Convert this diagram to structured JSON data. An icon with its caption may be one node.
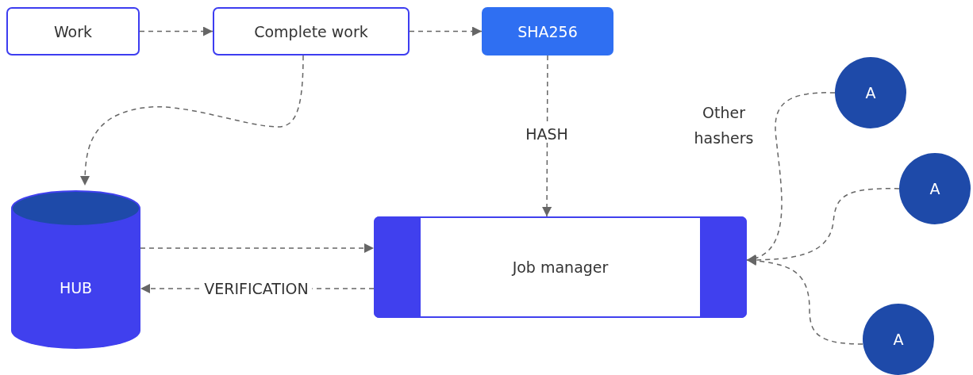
{
  "diagram": {
    "nodes": [
      {
        "text": [
          "Work"
        ]
      },
      {
        "text": [
          "Complete work"
        ]
      },
      {
        "text": [
          "SHA256"
        ]
      },
      {
        "text": [
          "HUB"
        ]
      },
      {
        "text": [
          "Job manager"
        ]
      },
      {
        "text": [
          "A"
        ]
      },
      {
        "text": [
          "A"
        ]
      },
      {
        "text": [
          "A"
        ]
      }
    ],
    "edges": [
      {
        "from": 0,
        "to": 1,
        "arrow": "to"
      },
      {
        "from": 1,
        "to": 2,
        "arrow": "to"
      },
      {
        "from": 1,
        "to": 3,
        "arrow": "to"
      },
      {
        "from": 2,
        "to": 4,
        "label": "HASH",
        "arrow": "to"
      },
      {
        "from": 3,
        "to": 4,
        "arrow": "to"
      },
      {
        "from": 4,
        "to": 3,
        "label": "VERIFICATION",
        "arrow": "to"
      },
      {
        "from": 5,
        "to": 4,
        "arrow": "to"
      },
      {
        "from": 6,
        "to": 4,
        "arrow": "to"
      },
      {
        "from": 7,
        "to": 4,
        "arrow": "to"
      }
    ],
    "labels": [
      "Other hashers"
    ]
  }
}
